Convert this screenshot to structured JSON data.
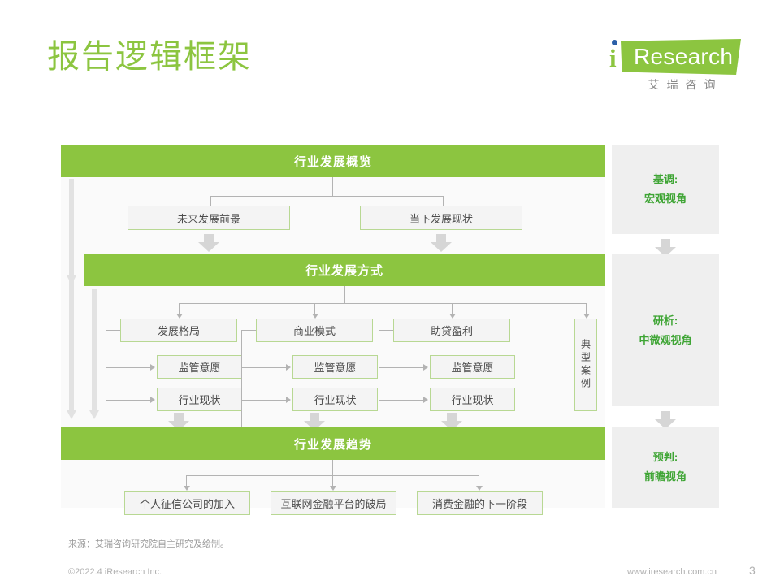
{
  "header": {
    "title": "报告逻辑框架",
    "logo": {
      "letter": "i",
      "word": "Research",
      "chinese": "艾瑞咨询",
      "green": "#8cc540",
      "dot_color": "#2b5fa8"
    }
  },
  "diagram": {
    "sections": [
      {
        "band": "行业发展概览",
        "boxes": [
          "未来发展前景",
          "当下发展现状"
        ]
      },
      {
        "band": "行业发展方式",
        "groups": [
          {
            "title": "发展格局",
            "children": [
              "监管意愿",
              "行业现状"
            ]
          },
          {
            "title": "商业模式",
            "children": [
              "监管意愿",
              "行业现状"
            ]
          },
          {
            "title": "助贷盈利",
            "children": [
              "监管意愿",
              "行业现状"
            ]
          }
        ],
        "case_box": "典型案例"
      },
      {
        "band": "行业发展趋势",
        "boxes": [
          "个人征信公司的加入",
          "互联网金融平台的破局",
          "消费金融的下一阶段"
        ]
      }
    ],
    "right_column": [
      {
        "label": "基调:",
        "value": "宏观视角"
      },
      {
        "label": "研析:",
        "value": "中微观视角"
      },
      {
        "label": "预判:",
        "value": "前瞻视角"
      }
    ]
  },
  "footer": {
    "source": "来源：艾瑞咨询研究院自主研究及绘制。",
    "copyright": "©2022.4 iResearch Inc.",
    "website": "www.iresearch.com.cn",
    "page_number": "3"
  }
}
